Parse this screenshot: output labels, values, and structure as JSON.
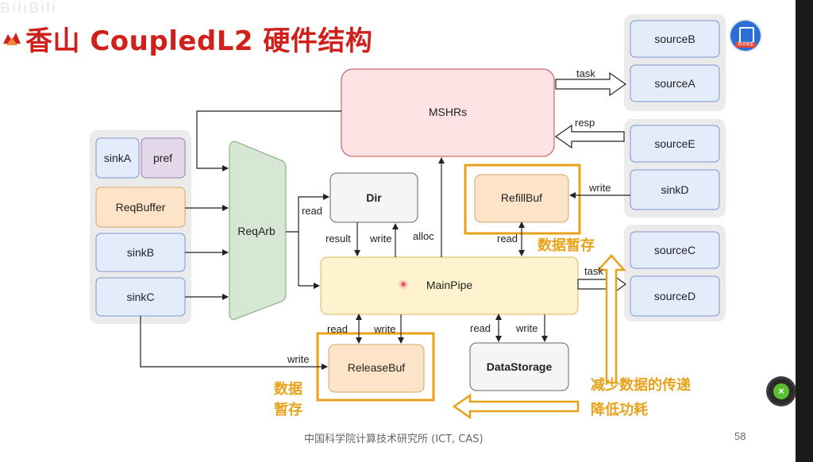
{
  "header": {
    "watermark": "BiliBili",
    "title": "香山 CoupledL2 硬件结构",
    "top_icon_badge": "划词课堂"
  },
  "diagram": {
    "nodes": {
      "MSHRs": "MSHRs",
      "sourceB": "sourceB",
      "sourceA": "sourceA",
      "sourceE": "sourceE",
      "sinkD": "sinkD",
      "sourceC": "sourceC",
      "sourceD": "sourceD",
      "sinkA": "sinkA",
      "pref": "pref",
      "ReqBuffer": "ReqBuffer",
      "sinkB": "sinkB",
      "sinkC": "sinkC",
      "ReqArb": "ReqArb",
      "Dir": "Dir",
      "RefillBuf": "RefillBuf",
      "MainPipe": "MainPipe",
      "ReleaseBuf": "ReleaseBuf",
      "DataStorage": "DataStorage"
    },
    "edge_labels": {
      "task_top": "task",
      "resp": "resp",
      "write_sinkD": "write",
      "read_dir": "read",
      "result": "result",
      "write_dir": "write",
      "alloc": "alloc",
      "read_refill": "read",
      "task_main": "task",
      "read_release": "read",
      "write_release": "write",
      "read_data": "read",
      "write_data": "write",
      "write_sinkC": "write"
    },
    "annotations": {
      "buffer_right": "数据暂存",
      "buffer_left_line1": "数据",
      "buffer_left_line2": "暂存",
      "reduce_line1": "减少数据的传递",
      "reduce_line2": "降低功耗"
    },
    "colors": {
      "highlight": "#e8a21a",
      "mshr_fill": "#fde3e3",
      "mshr_stroke": "#c94a4a",
      "blue_fill": "#e3ecfb",
      "blue_stroke": "#7c95cc",
      "orange_fill": "#fde4c8",
      "orange_stroke": "#d8a46a",
      "green_fill": "#d6e8d4",
      "green_stroke": "#7da672",
      "yellow_fill": "#fff3cf",
      "yellow_stroke": "#d8b95a",
      "gray_fill": "#f5f5f5",
      "purple_fill": "#e3d7ea",
      "purple_stroke": "#9a80b0"
    }
  },
  "footer": {
    "institution": "中国科学院计算技术研究所 (ICT, CAS)",
    "page": "58"
  },
  "controls": {
    "close_icon": "×"
  }
}
